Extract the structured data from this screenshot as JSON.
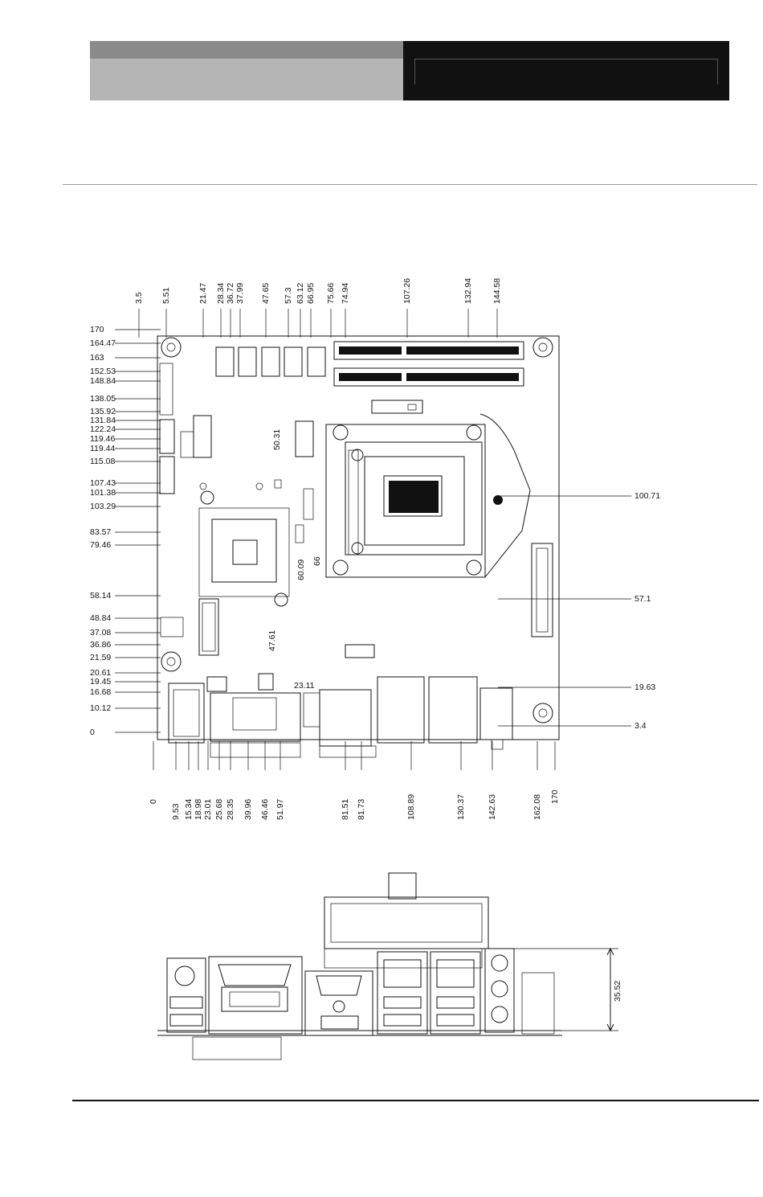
{
  "board_dimensions": {
    "left_labels": [
      "170",
      "164.47",
      "163",
      "152.53",
      "148.84",
      "138.05",
      "135.92",
      "131.84",
      "122.24",
      "119.46",
      "119.44",
      "115.08",
      "107.43",
      "101.38",
      "103.29",
      "83.57",
      "79.46",
      "58.14",
      "48.84",
      "37.08",
      "36.86",
      "21.59",
      "20.61",
      "19.45",
      "16.68",
      "10.12",
      "0"
    ],
    "top_labels": [
      "3.5",
      "5.51",
      "21.47",
      "28.34",
      "36.72",
      "37.99",
      "47.65",
      "57.3",
      "63.12",
      "66.95",
      "75.66",
      "74.94",
      "107.26",
      "132.94",
      "144.58"
    ],
    "bottom_labels": [
      "0",
      "9.53",
      "15.34",
      "18.98",
      "23.01",
      "25.68",
      "28.35",
      "39.96",
      "46.46",
      "51.97",
      "81.51",
      "81.73",
      "108.89",
      "130.37",
      "142.63",
      "162.08",
      "170"
    ],
    "right_labels": [
      "100.71",
      "57.1",
      "19.63",
      "3.4"
    ],
    "inner_labels": [
      "50.31",
      "47.61",
      "23.11",
      "60.09",
      "66"
    ]
  },
  "io_view": {
    "height_label": "35.52"
  }
}
